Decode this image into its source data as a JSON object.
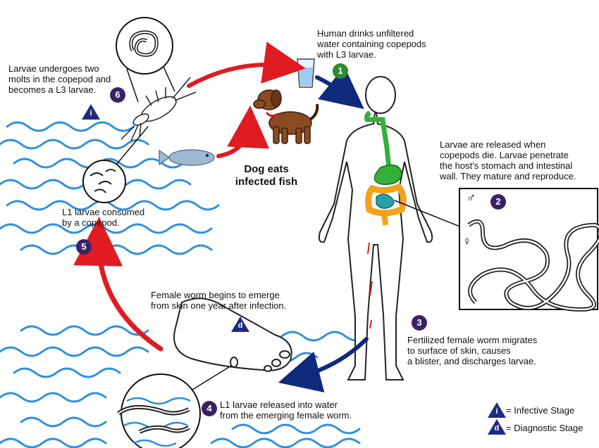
{
  "colors": {
    "water": "#2f8fe0",
    "cycle_red": "#e01b22",
    "cycle_navy": "#0f2a7a",
    "gut_green": "#34b03a",
    "gut_orange": "#f2a21a",
    "gut_teal": "#2aa1a8",
    "dog_brown": "#8b4a22",
    "badge_green": "#2e8b2e",
    "badge_purple": "#3a2266",
    "triangle_navy": "#1f2a80"
  },
  "steps": {
    "s1": {
      "number": "1",
      "text": [
        "Human drinks unfiltered",
        "water containing copepods",
        "with L3 larvae."
      ]
    },
    "s2": {
      "number": "2",
      "text": [
        "Larvae are released when",
        "copepods die.  Larvae penetrate",
        "the host's stomach and intestinal",
        "wall.  They mature and reproduce."
      ]
    },
    "s3": {
      "number": "3",
      "text": [
        "Fertilized female worm migrates",
        "to surface of skin, causes",
        "a blister, and discharges larvae."
      ]
    },
    "s4": {
      "number": "4",
      "text": [
        "L1 larvae released into water",
        "from the emerging female worm."
      ]
    },
    "s5": {
      "number": "5",
      "text": [
        "L1 larvae consumed",
        "by a copepod."
      ]
    },
    "s6": {
      "number": "6",
      "text": [
        "Larvae undergoes two",
        "molts in the copepod and",
        "becomes a L3 larvae."
      ]
    }
  },
  "emerge_note": [
    "Female worm begins to emerge",
    "from skin one year after infection."
  ],
  "dog_note": [
    "Dog eats",
    "infected fish"
  ],
  "sex_symbols": {
    "male": "♂",
    "female": "♀"
  },
  "stage_markers": {
    "infective": "i",
    "diagnostic": "d"
  },
  "legend": {
    "infective_label": "= Infective Stage",
    "diagnostic_label": "= Diagnostic Stage"
  }
}
